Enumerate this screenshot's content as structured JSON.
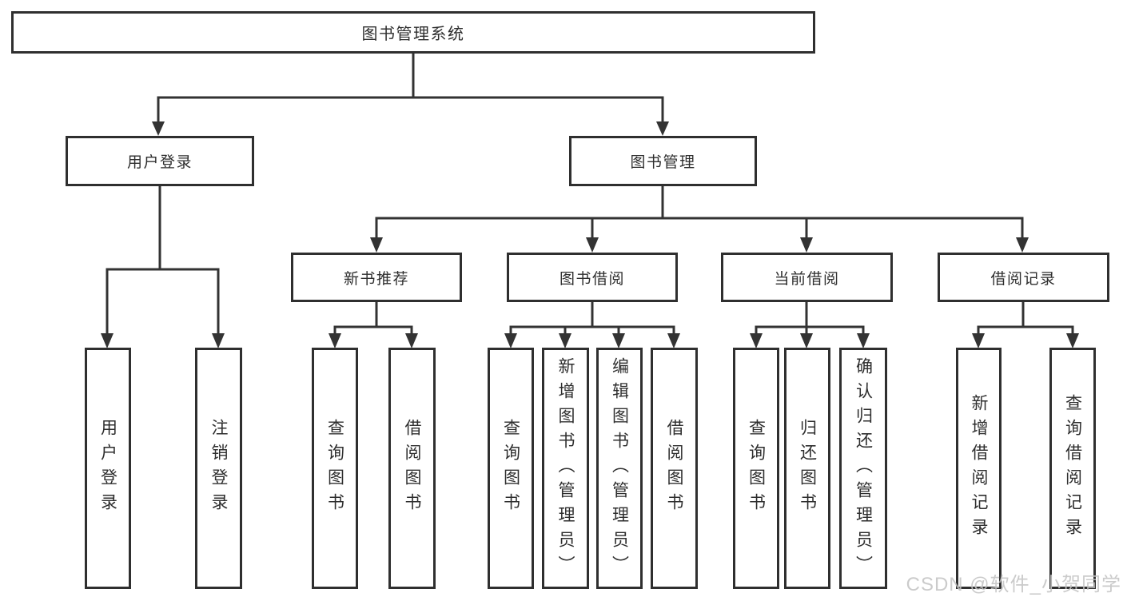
{
  "colors": {
    "line": "#333333",
    "border": "#2f2f2f",
    "text": "#2e2e2e",
    "background": "#ffffff",
    "watermark": "#c4c4c4"
  },
  "nodes": {
    "root": "图书管理系统",
    "user_login": "用户登录",
    "book_management": "图书管理",
    "new_book_rec": "新书推荐",
    "book_borrow": "图书借阅",
    "current_borrow": "当前借阅",
    "borrow_records": "借阅记录"
  },
  "leaves": [
    "用户登录",
    "注销登录",
    "查询图书",
    "借阅图书",
    "查询图书",
    "新增图书（管理员）",
    "编辑图书（管理员）",
    "借阅图书",
    "查询图书",
    "归还图书",
    "确认归还（管理员）",
    "新增借阅记录",
    "查询借阅记录"
  ],
  "watermark": {
    "text": "CSDN @软件_小贺同学"
  }
}
